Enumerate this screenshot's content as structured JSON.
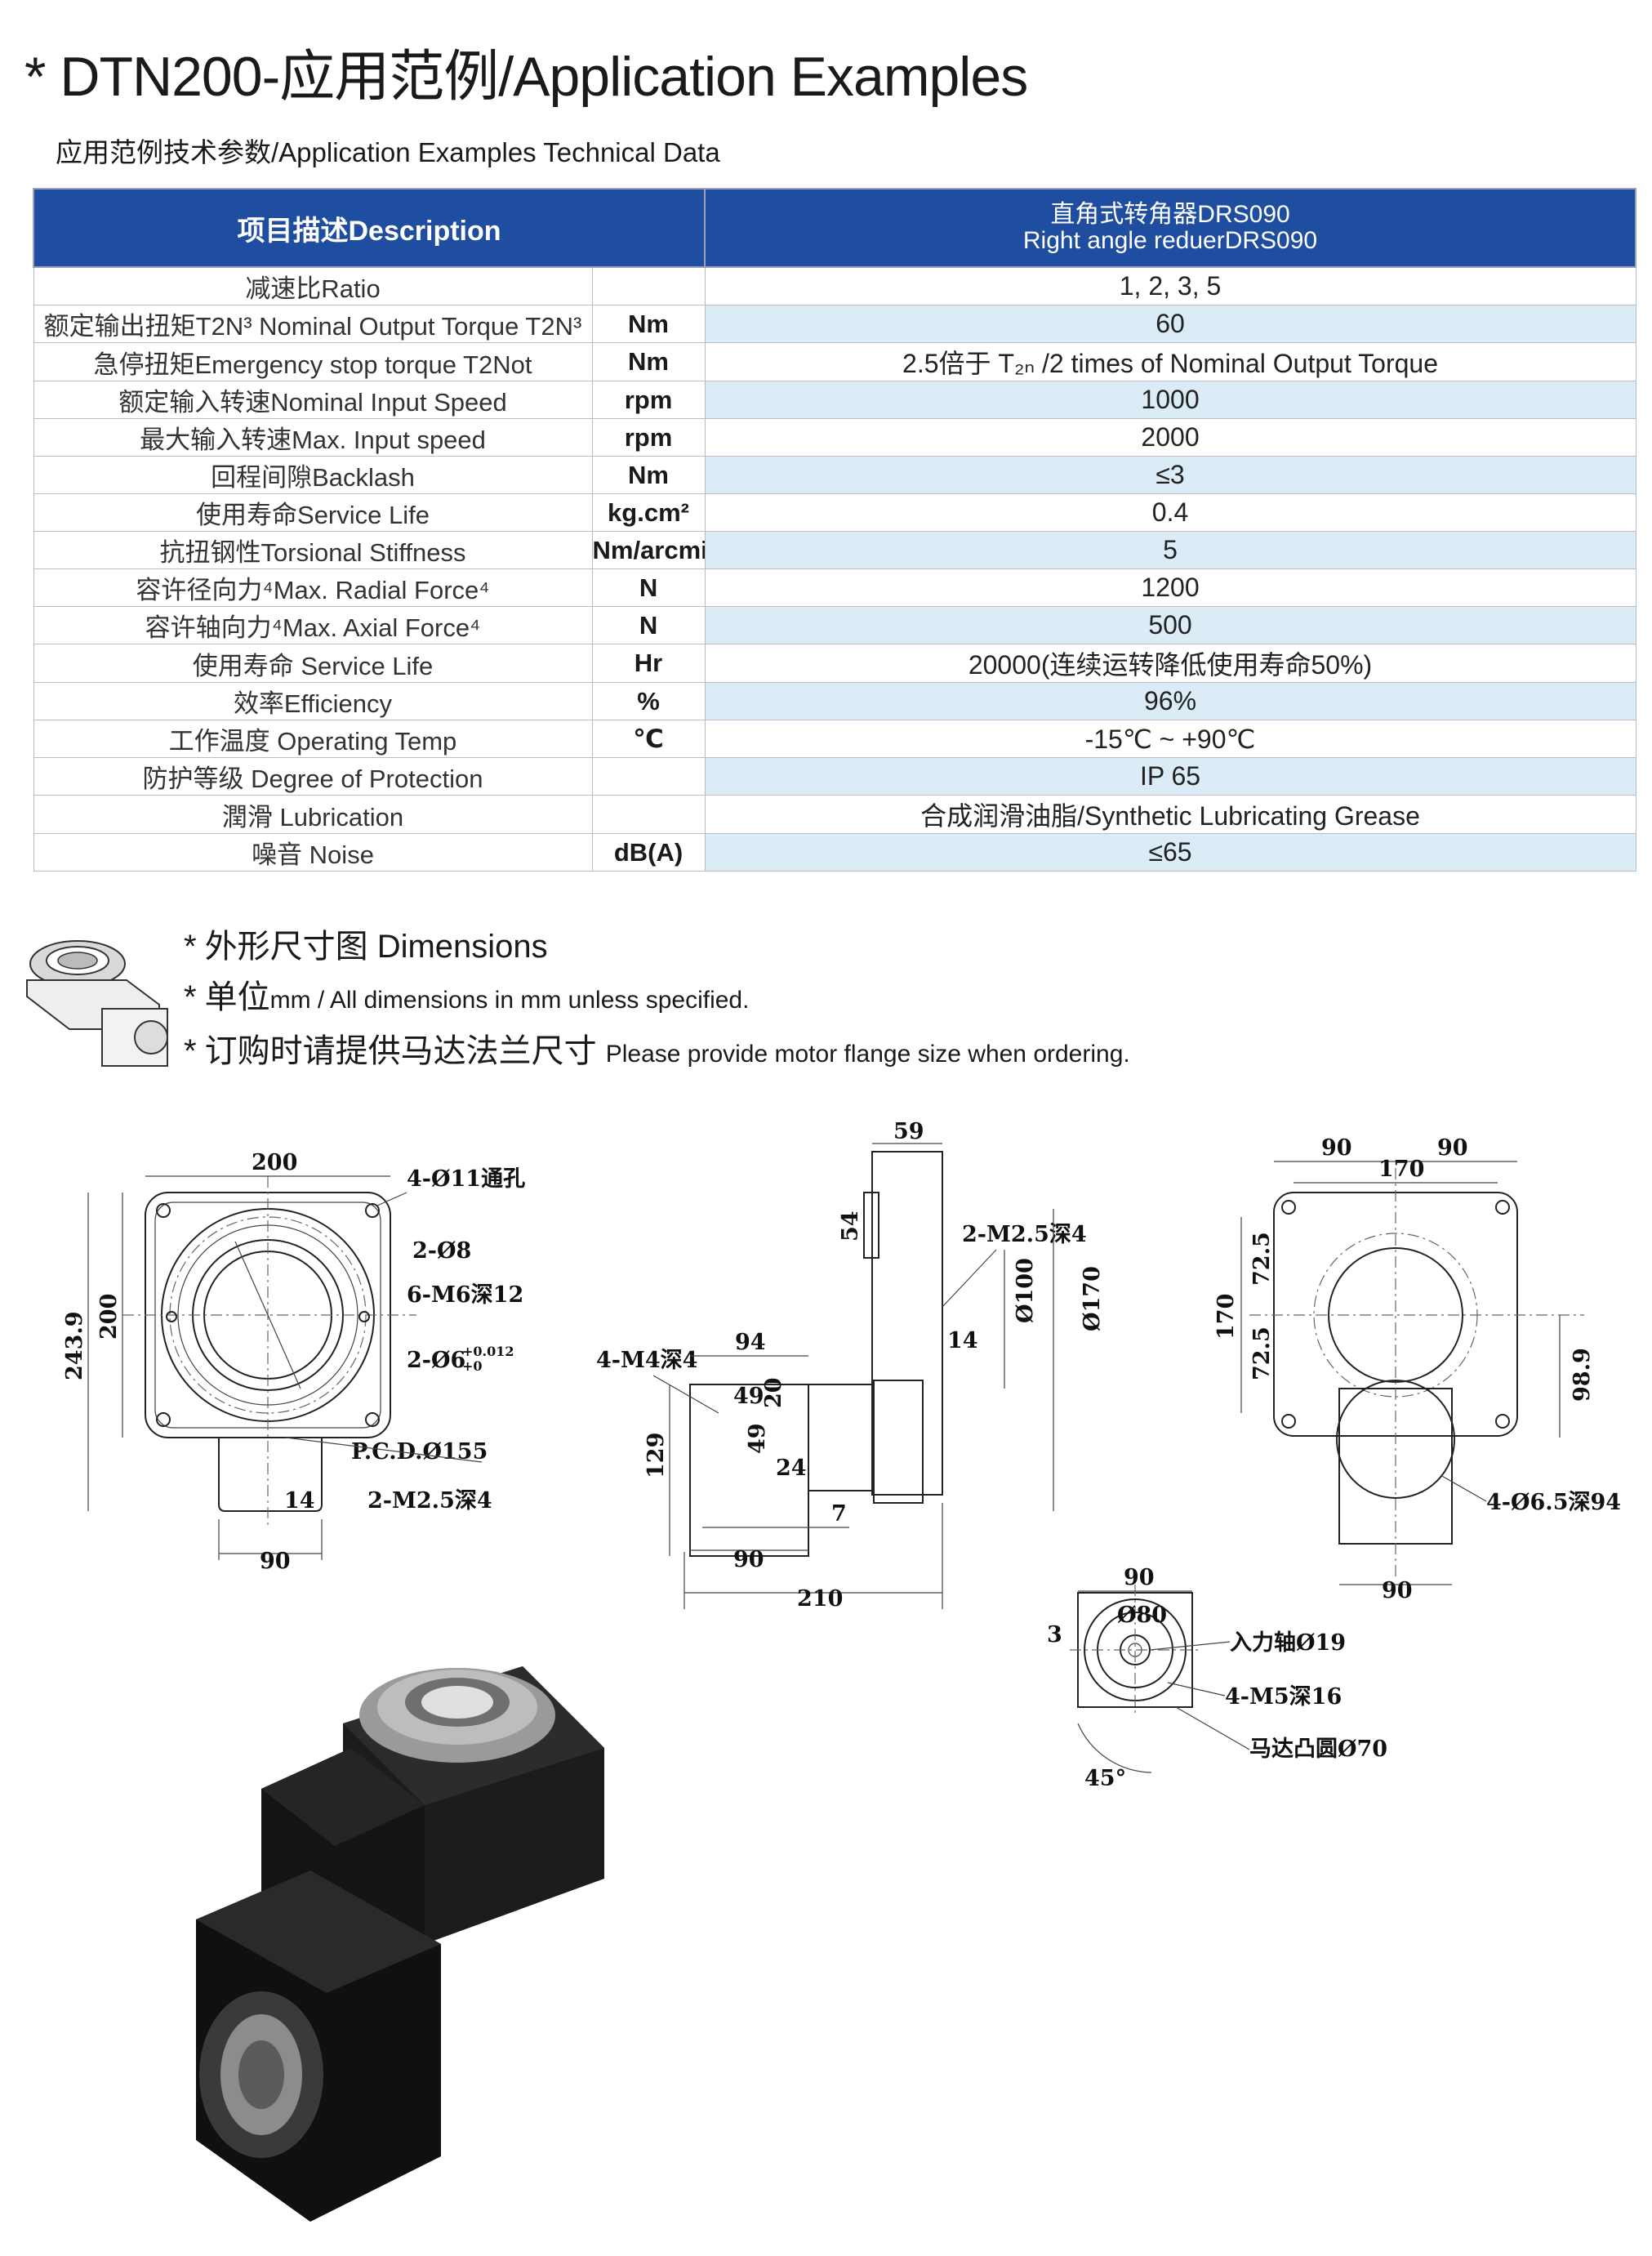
{
  "header": {
    "title": "* DTN200-应用范例/Application Examples",
    "subtitle": "应用范例技术参数/Application  Examples  Technical  Data"
  },
  "table": {
    "header_desc": "项目描述Description",
    "header_model_line1": "直角式转角器DRS090",
    "header_model_line2": "Right angle reduerDRS090",
    "rows": [
      {
        "desc": "减速比Ratio",
        "unit": "",
        "value": "1, 2, 3, 5"
      },
      {
        "desc": "额定输出扭矩T2N³ Nominal Output Torque T2N³",
        "unit": "Nm",
        "value": "60"
      },
      {
        "desc": "急停扭矩Emergency stop torque T2Not",
        "unit": "Nm",
        "value": "2.5倍于 T₂ₙ /2 times of Nominal Output Torque"
      },
      {
        "desc": "额定输入转速Nominal Input Speed",
        "unit": "rpm",
        "value": "1000"
      },
      {
        "desc": "最大输入转速Max. Input speed",
        "unit": "rpm",
        "value": "2000"
      },
      {
        "desc": "回程间隙Backlash",
        "unit": "Nm",
        "value": "≤3"
      },
      {
        "desc": "使用寿命Service Life",
        "unit": "kg.cm²",
        "value": "0.4"
      },
      {
        "desc": "抗扭钢性Torsional Stiffness",
        "unit": "Nm/arcmin",
        "value": "5"
      },
      {
        "desc": "容许径向力⁴Max. Radial Force⁴",
        "unit": "N",
        "value": "1200"
      },
      {
        "desc": "容许轴向力⁴Max. Axial Force⁴",
        "unit": "N",
        "value": "500"
      },
      {
        "desc": "使用寿命 Service Life",
        "unit": "Hr",
        "value": "20000(连续运转降低使用寿命50%)"
      },
      {
        "desc": "效率Efficiency",
        "unit": "%",
        "value": "96%"
      },
      {
        "desc": "工作温度 Operating Temp",
        "unit": "℃",
        "value": "-15℃ ~ +90℃"
      },
      {
        "desc": "防护等级 Degree of Protection",
        "unit": "",
        "value": "IP 65"
      },
      {
        "desc": "潤滑 Lubrication",
        "unit": "",
        "value": "合成润滑油脂/Synthetic Lubricating Grease"
      },
      {
        "desc": "噪音 Noise",
        "unit": "dB(A)",
        "value": "≤65"
      }
    ]
  },
  "notes": {
    "line1_cn": "外形尺寸图",
    "line1_en": "Dimensions",
    "line2_cn": "单位",
    "line2_en": "mm / All dimensions in mm unless specified.",
    "line3_cn": "订购时请提供马达法兰尺寸",
    "line3_en": "Please provide motor flange size when ordering."
  },
  "dimensions": {
    "d200": "200",
    "d4011": "4-Ø11通孔",
    "d28": "2-Ø8",
    "d6m6": "6-M6深12",
    "d26": "2-Ø6",
    "tol": "+0.012",
    "tol0": "+0",
    "d2439": "243.9",
    "d200v": "200",
    "pcd": "P.C.D.Ø155",
    "d14": "14",
    "d2m25": "2-M2.5深4",
    "d90": "90",
    "d59": "59",
    "d54": "54",
    "d2m25b": "2-M2.5深4",
    "d4m4": "4-M4深4",
    "d94": "94",
    "d49": "49",
    "d20": "20",
    "d49b": "49",
    "d24": "24",
    "d129": "129",
    "d14b": "14",
    "d100": "Ø100",
    "d170": "Ø170",
    "d7": "7",
    "d90b": "90",
    "d210": "210",
    "d90l": "90",
    "d90r": "90",
    "d170h": "170",
    "d170v": "170",
    "d725a": "72.5",
    "d725b": "72.5",
    "d989": "98.9",
    "d4065": "4-Ø6.5深94",
    "d90bot": "90",
    "d90t": "90",
    "d80": "Ø80",
    "d3": "3",
    "shaft": "入力轴Ø19",
    "m5": "4-M5深16",
    "boss": "马达凸圆Ø70",
    "ang": "45°"
  }
}
